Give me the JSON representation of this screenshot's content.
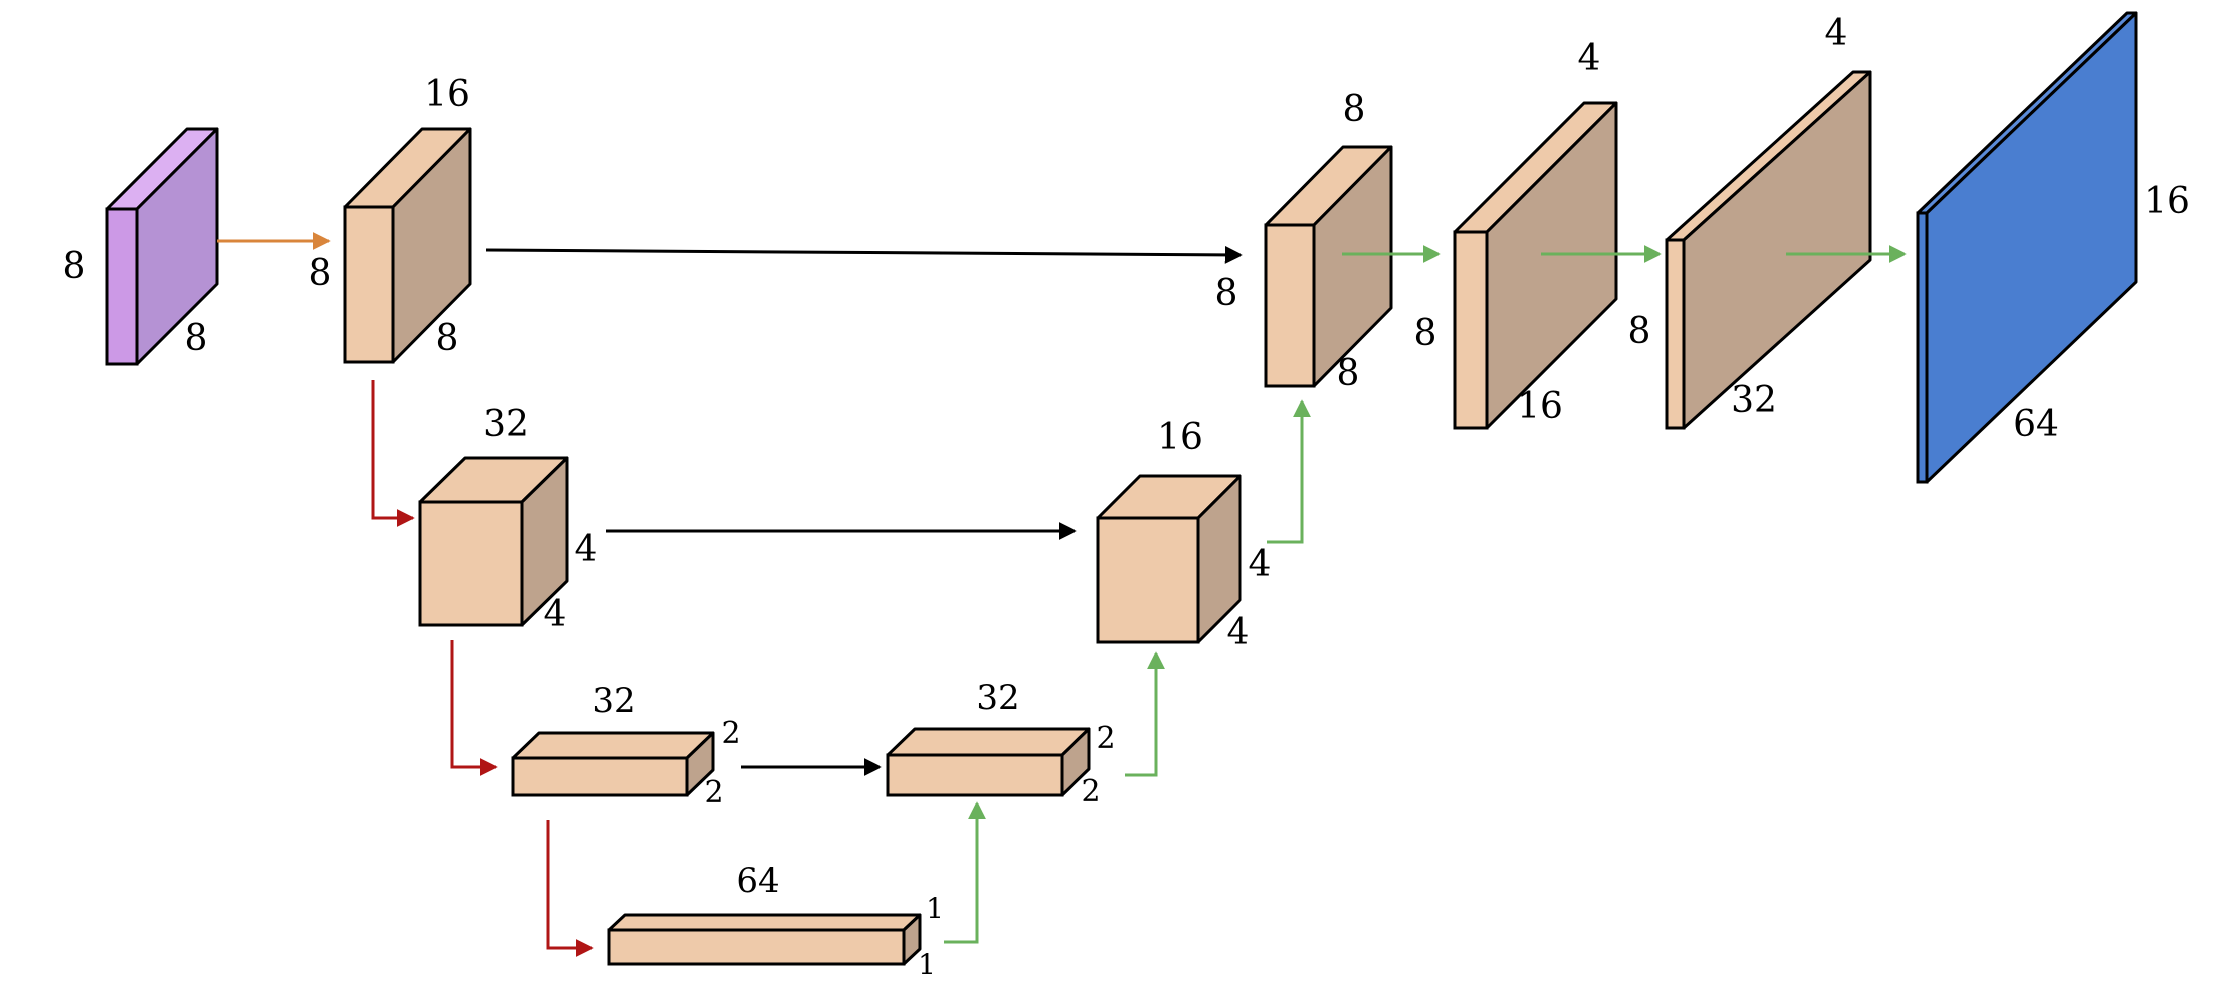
{
  "colors": {
    "input_front": "#cc99e6",
    "input_side": "#b592d4",
    "input_top": "#dcb0f2",
    "block_front": "#eecaaa",
    "block_side": "#bea38d",
    "block_top": "#eecaaa",
    "output_front": "#4a7ed0",
    "output_side": "#4a7ed0",
    "output_top": "#5b8bd8",
    "outline": "#000000",
    "arrow_input": "#d9853b",
    "arrow_down": "#b01515",
    "arrow_skip": "#000000",
    "arrow_up": "#6ab15c"
  },
  "blocks": [
    {
      "id": "input-block",
      "kind": "input",
      "label_top": "",
      "label_side": "8",
      "label_left": "8"
    },
    {
      "id": "enc1-block",
      "kind": "block",
      "label_top": "16",
      "label_side": "8",
      "label_left": "8"
    },
    {
      "id": "enc2-block",
      "kind": "block",
      "label_top": "32",
      "label_side": "4",
      "label_left": "4"
    },
    {
      "id": "enc3-block",
      "kind": "block",
      "label_top": "32",
      "label_side": "2",
      "label_left": "2"
    },
    {
      "id": "bottleneck-block",
      "kind": "block",
      "label_top": "64",
      "label_side": "1",
      "label_left": "1"
    },
    {
      "id": "dec3-block",
      "kind": "block",
      "label_top": "32",
      "label_side": "2",
      "label_left": "2"
    },
    {
      "id": "dec2-block",
      "kind": "block",
      "label_top": "16",
      "label_side": "4",
      "label_left": "4"
    },
    {
      "id": "dec1-block",
      "kind": "block",
      "label_top": "8",
      "label_side": "8",
      "label_left": "8"
    },
    {
      "id": "up1-block",
      "kind": "block",
      "label_top": "4",
      "label_side": "16",
      "label_left": "8"
    },
    {
      "id": "up2-block",
      "kind": "block",
      "label_top": "4",
      "label_side": "32",
      "label_left": "8"
    },
    {
      "id": "output-block",
      "kind": "output",
      "label_top": "",
      "label_side": "64",
      "label_left": "16"
    }
  ]
}
